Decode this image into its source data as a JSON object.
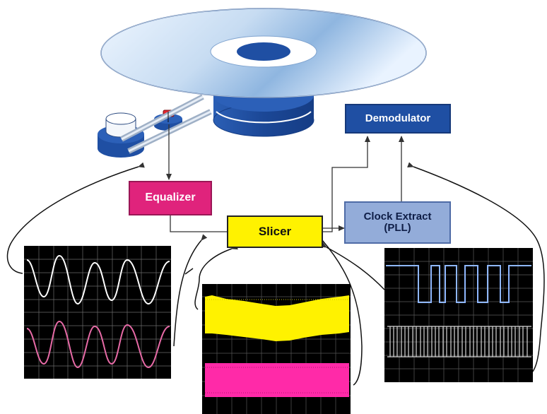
{
  "blocks": {
    "demodulator": "Demodulator",
    "equalizer": "Equalizer",
    "slicer": "Slicer",
    "clock_line1": "Clock Extract",
    "clock_line2": "(PLL)"
  },
  "icons": [
    "optical-disc-icon",
    "pickup-head-icon",
    "spindle-motor-icon"
  ],
  "colors": {
    "demodulator": "#1f4fa3",
    "equalizer": "#e0237c",
    "slicer": "#fff200",
    "clock_extract": "#93acd9",
    "disc": "#b9d4ef",
    "spindle": "#1f4fa3",
    "trace_white": "#ffffff",
    "trace_pink": "#e66aa6",
    "trace_yellow": "#fff200",
    "trace_magenta": "#ff2aa8",
    "trace_blue": "#8fb7ff",
    "trace_grey": "#d9d9d9",
    "scope_bg": "#000000"
  }
}
